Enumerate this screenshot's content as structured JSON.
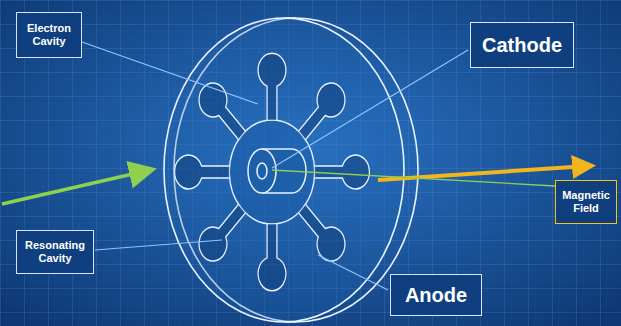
{
  "diagram": {
    "nodes": [
      {
        "text": [
          "Electron Cavity"
        ]
      },
      {
        "text": [
          "Cathode"
        ]
      },
      {
        "text": [
          "Magnetic Field"
        ]
      },
      {
        "text": [
          "Resonating Cavity"
        ]
      },
      {
        "text": [
          "Anode"
        ]
      }
    ]
  }
}
